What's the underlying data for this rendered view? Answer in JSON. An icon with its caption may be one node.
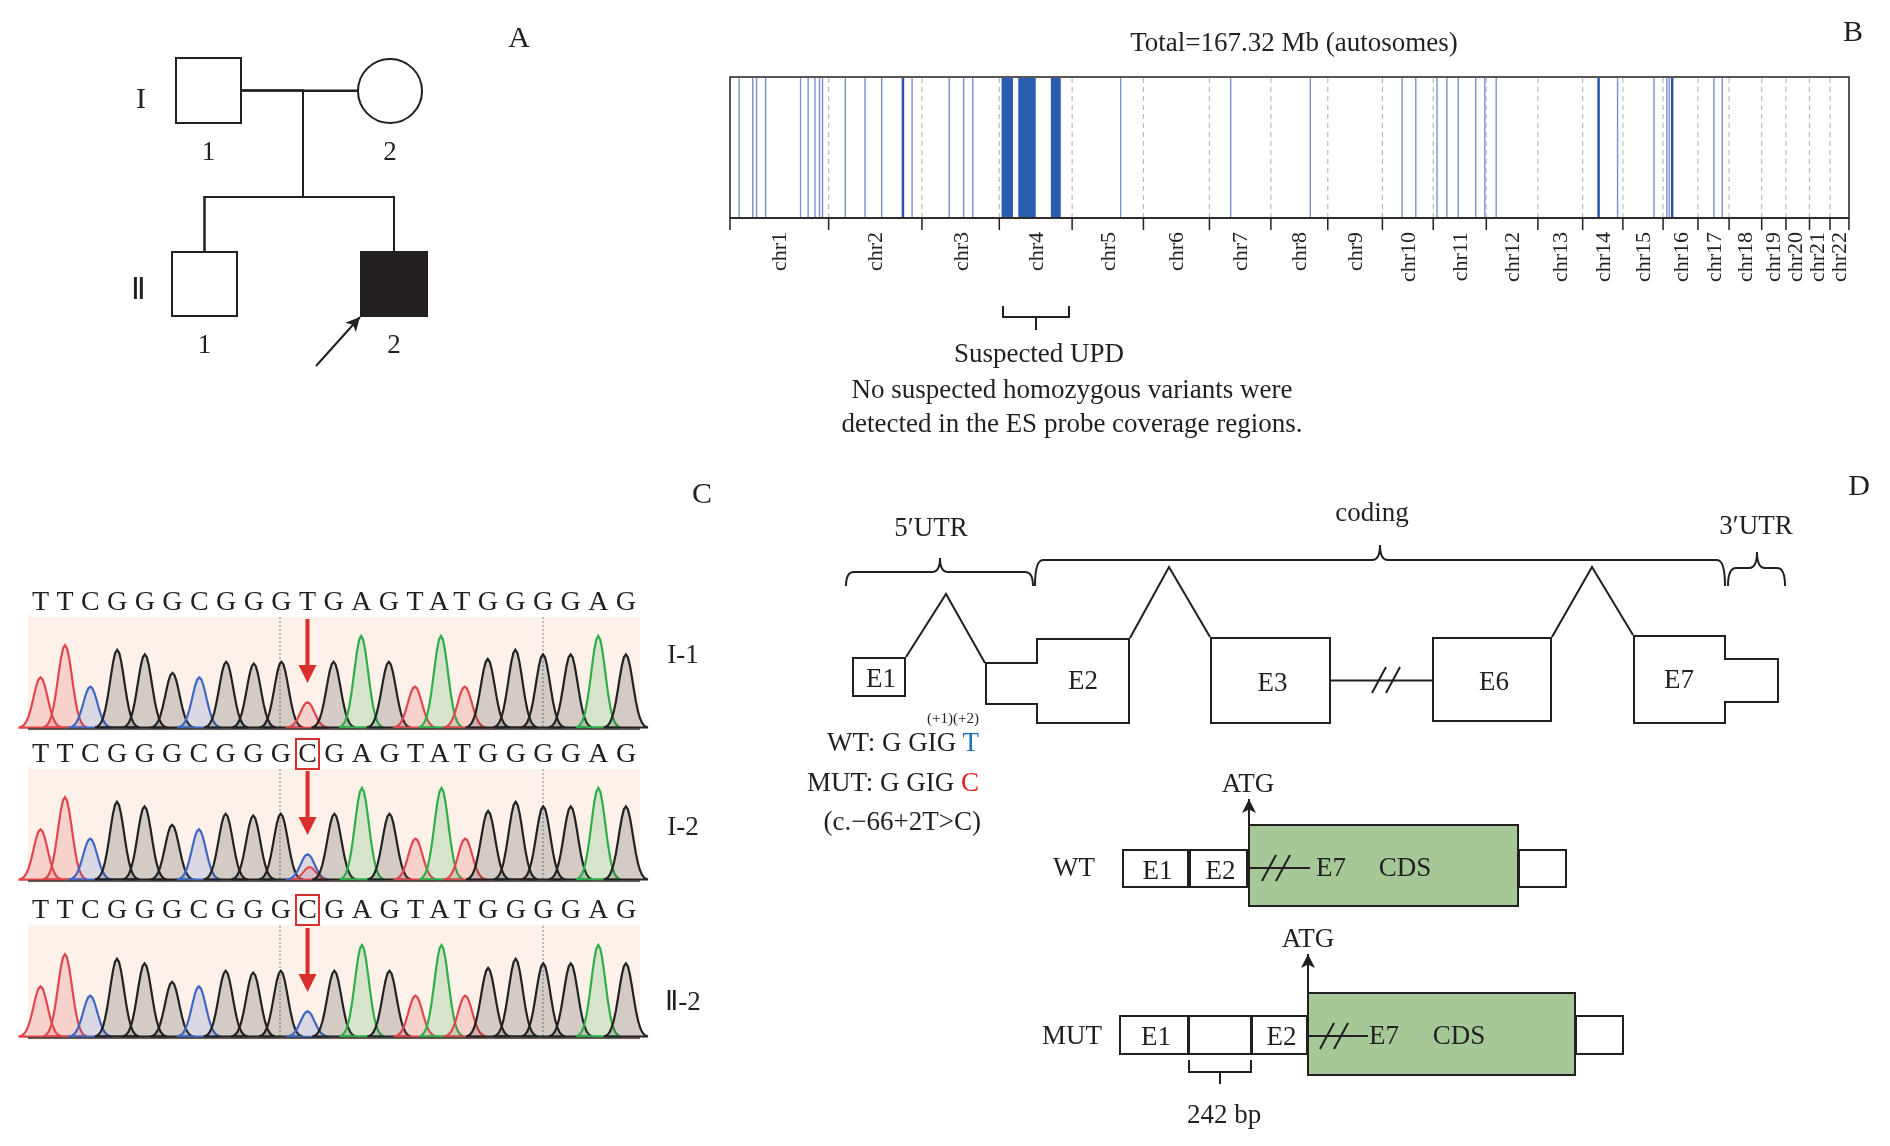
{
  "diagram": {
    "nodes": [
      {
        "text": [],
        "shape": "box",
        "beside": [
          "1"
        ]
      },
      {
        "text": [],
        "shape": "circle",
        "beside": [
          "2"
        ]
      },
      {
        "text": [],
        "shape": "box",
        "beside": [
          "1"
        ]
      },
      {
        "text": [],
        "shape": "box",
        "beside": [
          "2"
        ]
      },
      {
        "text": [
          "E1"
        ]
      },
      {
        "text": [
          "E2"
        ]
      },
      {
        "text": [
          "E3"
        ]
      },
      {
        "text": [
          "E6"
        ]
      },
      {
        "text": [
          "E7"
        ]
      },
      {
        "text": [
          "ATG"
        ]
      },
      {
        "text": [
          "E1"
        ]
      },
      {
        "text": [
          "E2"
        ]
      },
      {
        "text": [
          "E7",
          "CDS"
        ]
      },
      {
        "text": [],
        "shape": "box"
      },
      {
        "text": [
          "ATG"
        ]
      },
      {
        "text": [
          "E1"
        ]
      },
      {
        "text": [],
        "shape": "box"
      },
      {
        "text": [
          "E2"
        ]
      },
      {
        "text": [
          "E7",
          "CDS"
        ]
      },
      {
        "text": [],
        "shape": "box"
      }
    ],
    "edges": [
      {
        "from": 0,
        "to": 1,
        "arrow": "none"
      },
      {
        "from": 0,
        "to": 2,
        "arrow": "none"
      },
      {
        "from": 0,
        "to": 3,
        "arrow": "none"
      },
      {
        "from": 1,
        "to": 2,
        "arrow": "none"
      },
      {
        "from": 1,
        "to": 3,
        "arrow": "none"
      },
      {
        "from": null,
        "to": 3,
        "arrow": "to"
      },
      {
        "from": 4,
        "to": 5,
        "arrow": "none"
      },
      {
        "from": 5,
        "to": 6,
        "arrow": "none"
      },
      {
        "from": 6,
        "to": 7,
        "arrow": "none"
      },
      {
        "from": 7,
        "to": 8,
        "arrow": "none"
      },
      {
        "from": 12,
        "to": 9,
        "arrow": "to"
      },
      {
        "from": 18,
        "to": 14,
        "arrow": "to"
      }
    ],
    "labels": [
      "A",
      "I",
      "Ⅱ",
      "Total=167.32 Mb (autosomes)",
      "B",
      "chr1",
      "chr2",
      "chr3",
      "chr4",
      "chr5",
      "chr6",
      "chr7",
      "chr8",
      "chr9",
      "chr10",
      "chr11",
      "chr12",
      "chr13",
      "chr14",
      "chr15",
      "chr16",
      "chr17",
      "chr18",
      "chr19",
      "chr20",
      "chr21",
      "chr22",
      "Suspected UPD",
      "No suspected homozygous variants were detected in the ES probe coverage regions.",
      "C",
      "TTCGGGCGGGTGAGTATGGGGAG",
      "I-1",
      "TTCGGGCGGGCGAGTATGGGGAG",
      "I-2",
      "TTCGGGCGGGCGAGTATGGGGAG",
      "Ⅱ-2",
      "D",
      "5′UTR",
      "coding",
      "3′UTR",
      "(+1)(+2)",
      "WT: G GIG T",
      "MUT: G GIG C",
      "(c.−66+2T>C)",
      "WT",
      "MUT",
      "242 bp"
    ]
  }
}
